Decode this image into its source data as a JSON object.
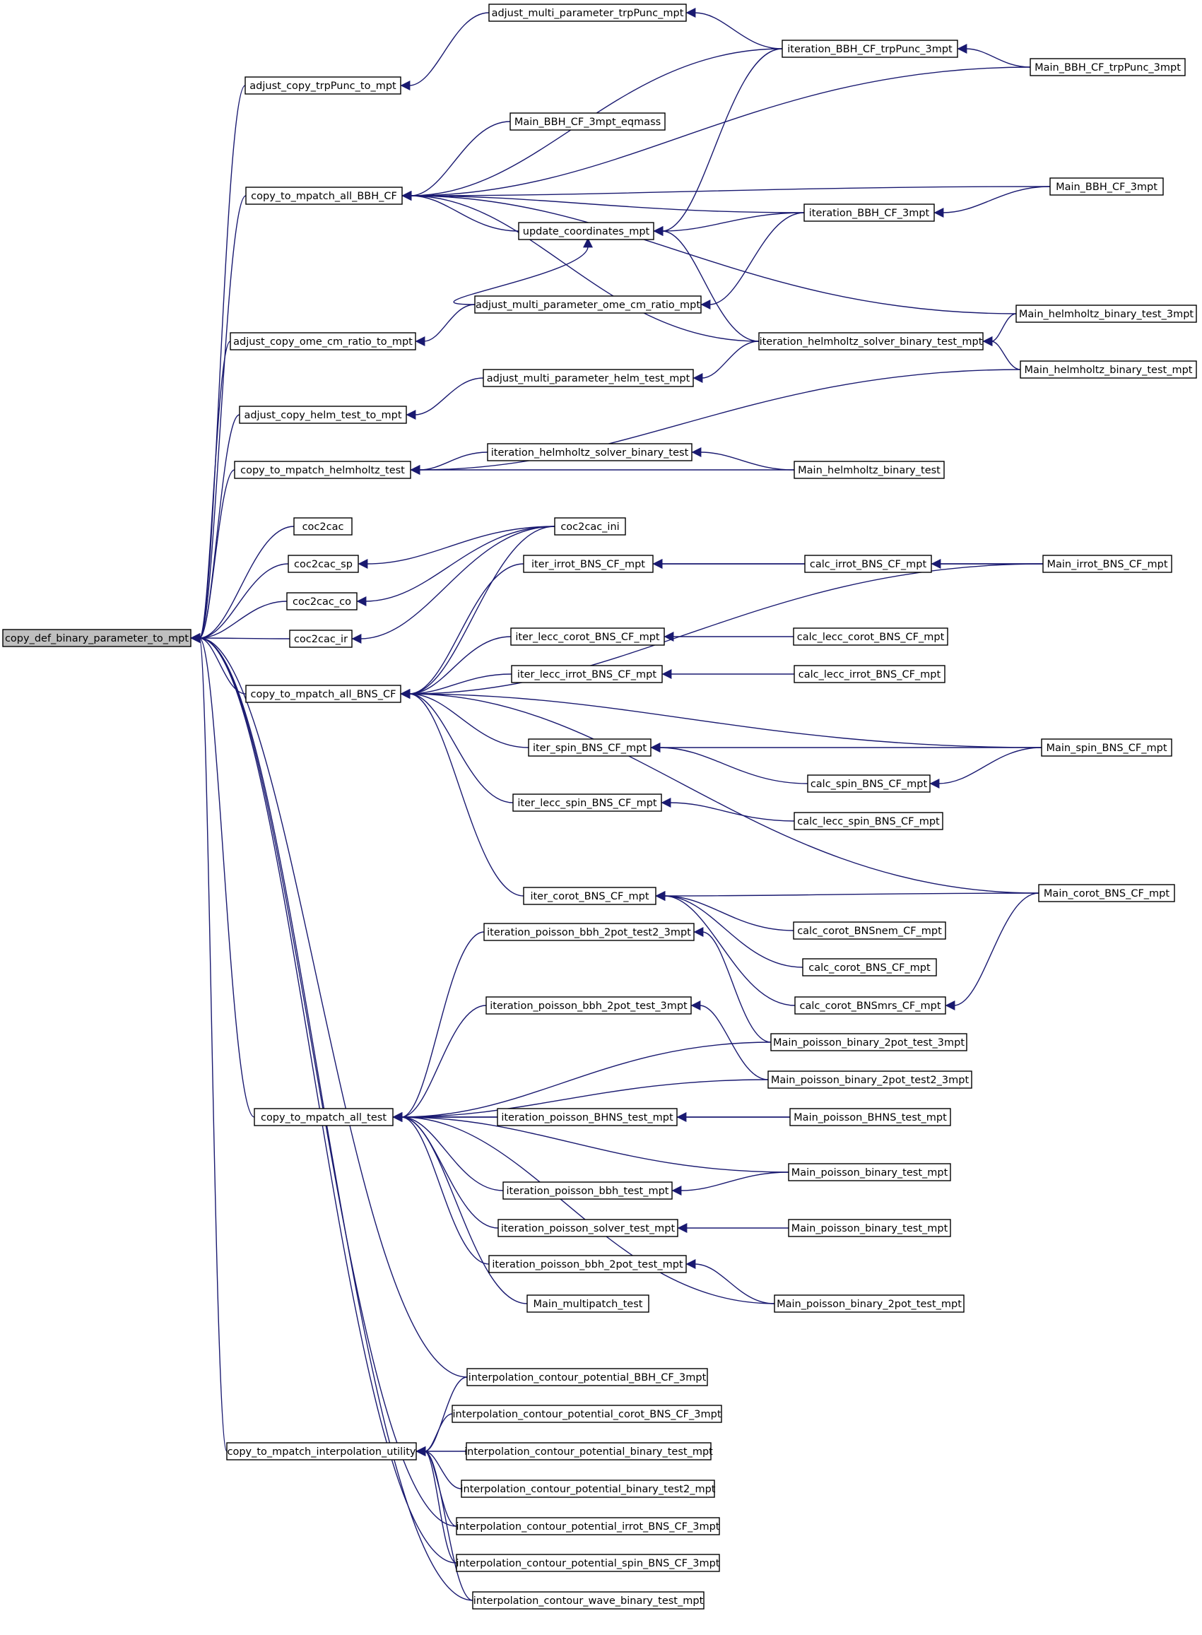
{
  "colors": {
    "edge": "#191970",
    "root_fill": "#bfbfbf",
    "node_fill": "#ffffff",
    "node_border": "#000000"
  },
  "nodes": {
    "root": "copy_def_binary_parameter_to_mpt",
    "adjust_copy_trpPunc": "adjust_copy_trpPunc_to_mpt",
    "adjust_multi_trpPunc": "adjust_multi_parameter_trpPunc_mpt",
    "iteration_BBH_CF_trpPunc": "iteration_BBH_CF_trpPunc_3mpt",
    "Main_BBH_CF_trpPunc": "Main_BBH_CF_trpPunc_3mpt",
    "Main_BBH_CF_3mpt_eqmass": "Main_BBH_CF_3mpt_eqmass",
    "copy_to_mpatch_all_BBH_CF": "copy_to_mpatch_all_BBH_CF",
    "Main_BBH_CF_3mpt": "Main_BBH_CF_3mpt",
    "iteration_BBH_CF_3mpt": "iteration_BBH_CF_3mpt",
    "update_coordinates_mpt": "update_coordinates_mpt",
    "adjust_multi_ome": "adjust_multi_parameter_ome_cm_ratio_mpt",
    "Main_helmholtz_binary_test_3mpt": "Main_helmholtz_binary_test_3mpt",
    "adjust_copy_ome": "adjust_copy_ome_cm_ratio_to_mpt",
    "iteration_helmholtz_solver_binary_test_mpt": "iteration_helmholtz_solver_binary_test_mpt",
    "adjust_multi_helm": "adjust_multi_parameter_helm_test_mpt",
    "Main_helmholtz_binary_test_mpt": "Main_helmholtz_binary_test_mpt",
    "adjust_copy_helm": "adjust_copy_helm_test_to_mpt",
    "iteration_helmholtz_solver_binary_test": "iteration_helmholtz_solver_binary_test",
    "copy_to_mpatch_helmholtz_test": "copy_to_mpatch_helmholtz_test",
    "Main_helmholtz_binary_test": "Main_helmholtz_binary_test",
    "coc2cac": "coc2cac",
    "coc2cac_ini": "coc2cac_ini",
    "coc2cac_sp": "coc2cac_sp",
    "iter_irrot_BNS_CF_mpt": "iter_irrot_BNS_CF_mpt",
    "calc_irrot_BNS_CF_mpt": "calc_irrot_BNS_CF_mpt",
    "Main_irrot_BNS_CF_mpt": "Main_irrot_BNS_CF_mpt",
    "coc2cac_co": "coc2cac_co",
    "iter_lecc_corot_BNS_CF_mpt": "iter_lecc_corot_BNS_CF_mpt",
    "calc_lecc_corot_BNS_CF_mpt": "calc_lecc_corot_BNS_CF_mpt",
    "coc2cac_ir": "coc2cac_ir",
    "copy_to_mpatch_all_BNS_CF": "copy_to_mpatch_all_BNS_CF",
    "iter_lecc_irrot_BNS_CF_mpt": "iter_lecc_irrot_BNS_CF_mpt",
    "calc_lecc_irrot_BNS_CF_mpt": "calc_lecc_irrot_BNS_CF_mpt",
    "iter_spin_BNS_CF_mpt": "iter_spin_BNS_CF_mpt",
    "Main_spin_BNS_CF_mpt": "Main_spin_BNS_CF_mpt",
    "calc_spin_BNS_CF_mpt": "calc_spin_BNS_CF_mpt",
    "iter_lecc_spin_BNS_CF_mpt": "iter_lecc_spin_BNS_CF_mpt",
    "calc_lecc_spin_BNS_CF_mpt": "calc_lecc_spin_BNS_CF_mpt",
    "iter_corot_BNS_CF_mpt": "iter_corot_BNS_CF_mpt",
    "Main_corot_BNS_CF_mpt": "Main_corot_BNS_CF_mpt",
    "calc_corot_BNSnem_CF_mpt": "calc_corot_BNSnem_CF_mpt",
    "iteration_poisson_bbh_2pot_test2_3mpt": "iteration_poisson_bbh_2pot_test2_3mpt",
    "calc_corot_BNS_CF_mpt": "calc_corot_BNS_CF_mpt",
    "calc_corot_BNSmrs_CF_mpt": "calc_corot_BNSmrs_CF_mpt",
    "iteration_poisson_bbh_2pot_test_3mpt": "iteration_poisson_bbh_2pot_test_3mpt",
    "Main_poisson_binary_2pot_test_3mpt": "Main_poisson_binary_2pot_test_3mpt",
    "Main_poisson_binary_2pot_test2_3mpt": "Main_poisson_binary_2pot_test2_3mpt",
    "copy_to_mpatch_all_test": "copy_to_mpatch_all_test",
    "iteration_poisson_BHNS_test_mpt": "iteration_poisson_BHNS_test_mpt",
    "Main_poisson_BHNS_test_mpt": "Main_poisson_BHNS_test_mpt",
    "Main_poisson_binary_test_mpt_a": "Main_poisson_binary_test_mpt",
    "iteration_poisson_bbh_test_mpt": "iteration_poisson_bbh_test_mpt",
    "iteration_poisson_solver_test_mpt": "iteration_poisson_solver_test_mpt",
    "Main_poisson_binary_test_mpt_b": "Main_poisson_binary_test_mpt",
    "iteration_poisson_bbh_2pot_test_mpt": "iteration_poisson_bbh_2pot_test_mpt",
    "Main_multipatch_test": "Main_multipatch_test",
    "Main_poisson_binary_2pot_test_mpt": "Main_poisson_binary_2pot_test_mpt",
    "interp_BBH": "interpolation_contour_potential_BBH_CF_3mpt",
    "interp_corot": "interpolation_contour_potential_corot_BNS_CF_3mpt",
    "copy_to_mpatch_interpolation_utility": "copy_to_mpatch_interpolation_utility",
    "interp_binary_test": "interpolation_contour_potential_binary_test_mpt",
    "interp_binary_test2": "interpolation_contour_potential_binary_test2_mpt",
    "interp_irrot": "interpolation_contour_potential_irrot_BNS_CF_3mpt",
    "interp_spin": "interpolation_contour_potential_spin_BNS_CF_3mpt",
    "interp_wave": "interpolation_contour_wave_binary_test_mpt"
  },
  "edges": [
    [
      "root",
      "adjust_copy_trpPunc"
    ],
    [
      "root",
      "copy_to_mpatch_all_BBH_CF"
    ],
    [
      "root",
      "adjust_copy_ome"
    ],
    [
      "root",
      "adjust_copy_helm"
    ],
    [
      "root",
      "copy_to_mpatch_helmholtz_test"
    ],
    [
      "root",
      "coc2cac"
    ],
    [
      "root",
      "coc2cac_sp"
    ],
    [
      "root",
      "coc2cac_co"
    ],
    [
      "root",
      "coc2cac_ir"
    ],
    [
      "root",
      "copy_to_mpatch_all_BNS_CF"
    ],
    [
      "root",
      "copy_to_mpatch_all_test"
    ],
    [
      "root",
      "interp_BBH"
    ],
    [
      "root",
      "copy_to_mpatch_interpolation_utility"
    ],
    [
      "root",
      "interp_irrot"
    ],
    [
      "root",
      "interp_spin"
    ],
    [
      "root",
      "interp_wave"
    ],
    [
      "adjust_copy_trpPunc",
      "adjust_multi_trpPunc"
    ],
    [
      "adjust_multi_trpPunc",
      "iteration_BBH_CF_trpPunc"
    ],
    [
      "iteration_BBH_CF_trpPunc",
      "Main_BBH_CF_trpPunc"
    ],
    [
      "copy_to_mpatch_all_BBH_CF",
      "iteration_BBH_CF_trpPunc"
    ],
    [
      "copy_to_mpatch_all_BBH_CF",
      "Main_BBH_CF_trpPunc"
    ],
    [
      "copy_to_mpatch_all_BBH_CF",
      "Main_BBH_CF_3mpt_eqmass"
    ],
    [
      "copy_to_mpatch_all_BBH_CF",
      "Main_BBH_CF_3mpt"
    ],
    [
      "copy_to_mpatch_all_BBH_CF",
      "iteration_BBH_CF_3mpt"
    ],
    [
      "copy_to_mpatch_all_BBH_CF",
      "update_coordinates_mpt"
    ],
    [
      "copy_to_mpatch_all_BBH_CF",
      "Main_helmholtz_binary_test_3mpt"
    ],
    [
      "copy_to_mpatch_all_BBH_CF",
      "iteration_helmholtz_solver_binary_test_mpt"
    ],
    [
      "iteration_BBH_CF_3mpt",
      "Main_BBH_CF_3mpt"
    ],
    [
      "update_coordinates_mpt",
      "iteration_BBH_CF_trpPunc"
    ],
    [
      "update_coordinates_mpt",
      "iteration_BBH_CF_3mpt"
    ],
    [
      "update_coordinates_mpt",
      "iteration_helmholtz_solver_binary_test_mpt"
    ],
    [
      "update_coordinates_mpt",
      "adjust_multi_ome"
    ],
    [
      "adjust_copy_ome",
      "adjust_multi_ome"
    ],
    [
      "adjust_multi_ome",
      "iteration_BBH_CF_3mpt"
    ],
    [
      "iteration_helmholtz_solver_binary_test_mpt",
      "Main_helmholtz_binary_test_3mpt"
    ],
    [
      "iteration_helmholtz_solver_binary_test_mpt",
      "Main_helmholtz_binary_test_mpt"
    ],
    [
      "adjust_copy_helm",
      "adjust_multi_helm"
    ],
    [
      "adjust_multi_helm",
      "iteration_helmholtz_solver_binary_test_mpt"
    ],
    [
      "copy_to_mpatch_helmholtz_test",
      "Main_helmholtz_binary_test_mpt"
    ],
    [
      "copy_to_mpatch_helmholtz_test",
      "iteration_helmholtz_solver_binary_test"
    ],
    [
      "copy_to_mpatch_helmholtz_test",
      "Main_helmholtz_binary_test"
    ],
    [
      "iteration_helmholtz_solver_binary_test",
      "Main_helmholtz_binary_test"
    ],
    [
      "coc2cac_sp",
      "coc2cac_ini"
    ],
    [
      "coc2cac_co",
      "coc2cac_ini"
    ],
    [
      "coc2cac_ir",
      "coc2cac_ini"
    ],
    [
      "copy_to_mpatch_all_BNS_CF",
      "coc2cac_ini"
    ],
    [
      "copy_to_mpatch_all_BNS_CF",
      "iter_irrot_BNS_CF_mpt"
    ],
    [
      "copy_to_mpatch_all_BNS_CF",
      "Main_irrot_BNS_CF_mpt"
    ],
    [
      "copy_to_mpatch_all_BNS_CF",
      "iter_lecc_corot_BNS_CF_mpt"
    ],
    [
      "copy_to_mpatch_all_BNS_CF",
      "iter_lecc_irrot_BNS_CF_mpt"
    ],
    [
      "copy_to_mpatch_all_BNS_CF",
      "Main_spin_BNS_CF_mpt"
    ],
    [
      "copy_to_mpatch_all_BNS_CF",
      "iter_spin_BNS_CF_mpt"
    ],
    [
      "copy_to_mpatch_all_BNS_CF",
      "iter_lecc_spin_BNS_CF_mpt"
    ],
    [
      "copy_to_mpatch_all_BNS_CF",
      "Main_corot_BNS_CF_mpt"
    ],
    [
      "copy_to_mpatch_all_BNS_CF",
      "iter_corot_BNS_CF_mpt"
    ],
    [
      "iter_irrot_BNS_CF_mpt",
      "calc_irrot_BNS_CF_mpt"
    ],
    [
      "iter_irrot_BNS_CF_mpt",
      "Main_irrot_BNS_CF_mpt"
    ],
    [
      "calc_irrot_BNS_CF_mpt",
      "Main_irrot_BNS_CF_mpt"
    ],
    [
      "iter_lecc_corot_BNS_CF_mpt",
      "calc_lecc_corot_BNS_CF_mpt"
    ],
    [
      "iter_lecc_irrot_BNS_CF_mpt",
      "calc_lecc_irrot_BNS_CF_mpt"
    ],
    [
      "iter_spin_BNS_CF_mpt",
      "Main_spin_BNS_CF_mpt"
    ],
    [
      "iter_spin_BNS_CF_mpt",
      "calc_spin_BNS_CF_mpt"
    ],
    [
      "calc_spin_BNS_CF_mpt",
      "Main_spin_BNS_CF_mpt"
    ],
    [
      "iter_lecc_spin_BNS_CF_mpt",
      "calc_lecc_spin_BNS_CF_mpt"
    ],
    [
      "iter_corot_BNS_CF_mpt",
      "Main_corot_BNS_CF_mpt"
    ],
    [
      "iter_corot_BNS_CF_mpt",
      "calc_corot_BNSnem_CF_mpt"
    ],
    [
      "iter_corot_BNS_CF_mpt",
      "calc_corot_BNS_CF_mpt"
    ],
    [
      "iter_corot_BNS_CF_mpt",
      "calc_corot_BNSmrs_CF_mpt"
    ],
    [
      "calc_corot_BNSmrs_CF_mpt",
      "Main_corot_BNS_CF_mpt"
    ],
    [
      "copy_to_mpatch_all_test",
      "iteration_poisson_bbh_2pot_test2_3mpt"
    ],
    [
      "copy_to_mpatch_all_test",
      "Main_poisson_binary_2pot_test_3mpt"
    ],
    [
      "copy_to_mpatch_all_test",
      "iteration_poisson_bbh_2pot_test_3mpt"
    ],
    [
      "copy_to_mpatch_all_test",
      "Main_poisson_binary_2pot_test2_3mpt"
    ],
    [
      "copy_to_mpatch_all_test",
      "Main_poisson_BHNS_test_mpt"
    ],
    [
      "copy_to_mpatch_all_test",
      "iteration_poisson_BHNS_test_mpt"
    ],
    [
      "copy_to_mpatch_all_test",
      "Main_poisson_binary_test_mpt_a"
    ],
    [
      "copy_to_mpatch_all_test",
      "iteration_poisson_bbh_test_mpt"
    ],
    [
      "copy_to_mpatch_all_test",
      "iteration_poisson_solver_test_mpt"
    ],
    [
      "copy_to_mpatch_all_test",
      "iteration_poisson_bbh_2pot_test_mpt"
    ],
    [
      "copy_to_mpatch_all_test",
      "Main_multipatch_test"
    ],
    [
      "copy_to_mpatch_all_test",
      "Main_poisson_binary_2pot_test_mpt"
    ],
    [
      "iteration_poisson_bbh_2pot_test2_3mpt",
      "Main_poisson_binary_2pot_test_3mpt"
    ],
    [
      "iteration_poisson_bbh_2pot_test_3mpt",
      "Main_poisson_binary_2pot_test2_3mpt"
    ],
    [
      "iteration_poisson_BHNS_test_mpt",
      "Main_poisson_BHNS_test_mpt"
    ],
    [
      "iteration_poisson_bbh_test_mpt",
      "Main_poisson_binary_test_mpt_a"
    ],
    [
      "iteration_poisson_solver_test_mpt",
      "Main_poisson_binary_test_mpt_b"
    ],
    [
      "iteration_poisson_bbh_2pot_test_mpt",
      "Main_poisson_binary_2pot_test_mpt"
    ],
    [
      "copy_to_mpatch_interpolation_utility",
      "interp_BBH"
    ],
    [
      "copy_to_mpatch_interpolation_utility",
      "interp_corot"
    ],
    [
      "copy_to_mpatch_interpolation_utility",
      "interp_binary_test"
    ],
    [
      "copy_to_mpatch_interpolation_utility",
      "interp_binary_test2"
    ],
    [
      "copy_to_mpatch_interpolation_utility",
      "interp_irrot"
    ],
    [
      "copy_to_mpatch_interpolation_utility",
      "interp_spin"
    ],
    [
      "copy_to_mpatch_interpolation_utility",
      "interp_wave"
    ]
  ]
}
